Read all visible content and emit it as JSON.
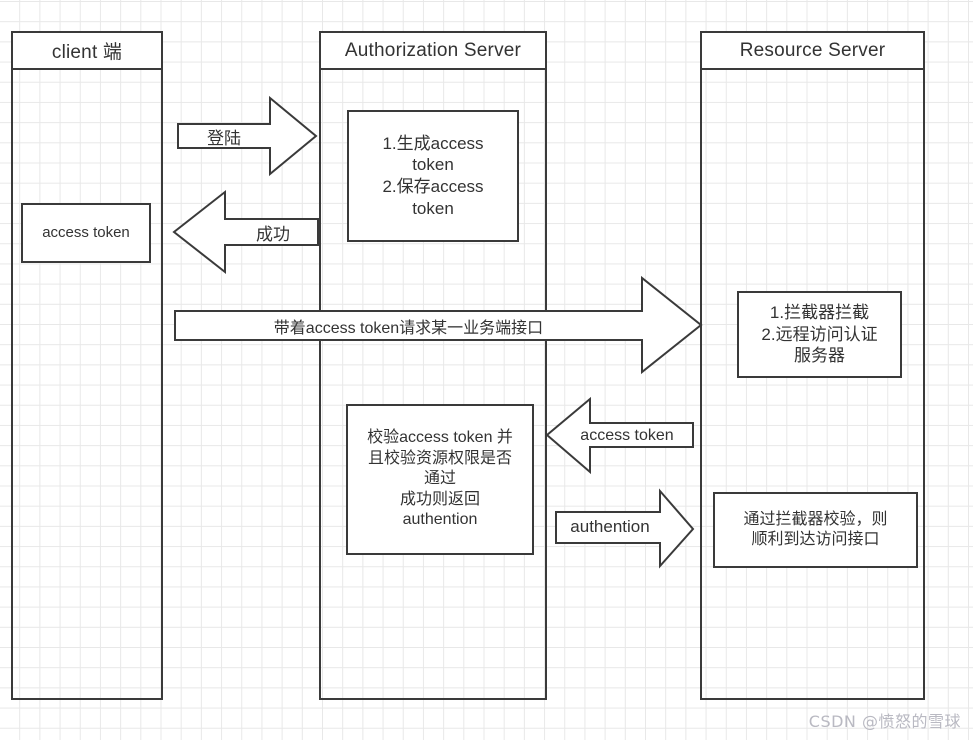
{
  "diagram": {
    "title_bar_height": 37,
    "lanes": [
      {
        "id": "client",
        "title": "client 端"
      },
      {
        "id": "authorization",
        "title": "Authorization Server"
      },
      {
        "id": "resource",
        "title": "Resource  Server"
      }
    ],
    "boxes": [
      {
        "id": "client-access-token",
        "text": "access token"
      },
      {
        "id": "auth-token-steps",
        "text": "1.生成access\ntoken\n2.保存access\ntoken"
      },
      {
        "id": "resource-interceptor-steps",
        "text": "1.拦截器拦截\n2.远程访问认证\n服务器"
      },
      {
        "id": "auth-verify-token",
        "text": "校验access token 并\n且校验资源权限是否\n通过\n成功则返回\nauthention"
      },
      {
        "id": "resource-pass-interceptor",
        "text": "通过拦截器校验，则\n顺利到达访问接口"
      }
    ],
    "arrows": [
      {
        "id": "login",
        "label": "登陆",
        "direction": "right"
      },
      {
        "id": "success",
        "label": "成功",
        "direction": "left"
      },
      {
        "id": "request-with-token",
        "label": "带着access token请求某一业务端接口",
        "direction": "right"
      },
      {
        "id": "access-token-back",
        "label": "access token",
        "direction": "left"
      },
      {
        "id": "authention",
        "label": "authention",
        "direction": "right"
      }
    ],
    "watermark": "CSDN @愤怒的雪球",
    "colors": {
      "stroke": "#3a3a3a",
      "text": "#333333",
      "grid": "#e8e8e8",
      "background": "#ffffff",
      "watermark": "#b9b9c2"
    }
  }
}
